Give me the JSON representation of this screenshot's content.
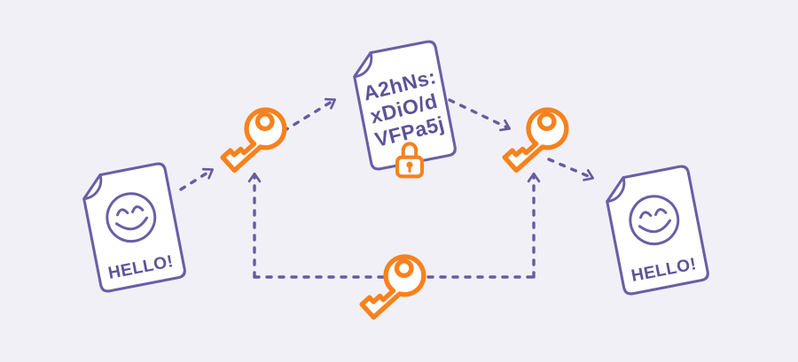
{
  "title": "encryption-decryption-flow-diagram",
  "colors": {
    "background": "#f1f0f7",
    "purple_stroke": "#6a5ea6",
    "purple_text": "#5d5298",
    "orange": "#f6821e"
  },
  "documents": {
    "plaintext_left": {
      "label": "HELLO!"
    },
    "encrypted": {
      "line1": "A2hNs:",
      "line2": "xDiO/d",
      "line3": "VFPa5j"
    },
    "plaintext_right": {
      "label": "HELLO!"
    }
  },
  "icons": {
    "encrypt_key": "key-icon",
    "decrypt_key": "key-icon",
    "shared_key": "key-icon",
    "padlock": "lock-icon",
    "smiley_left": "smiley-face-icon",
    "smiley_right": "smiley-face-icon"
  }
}
